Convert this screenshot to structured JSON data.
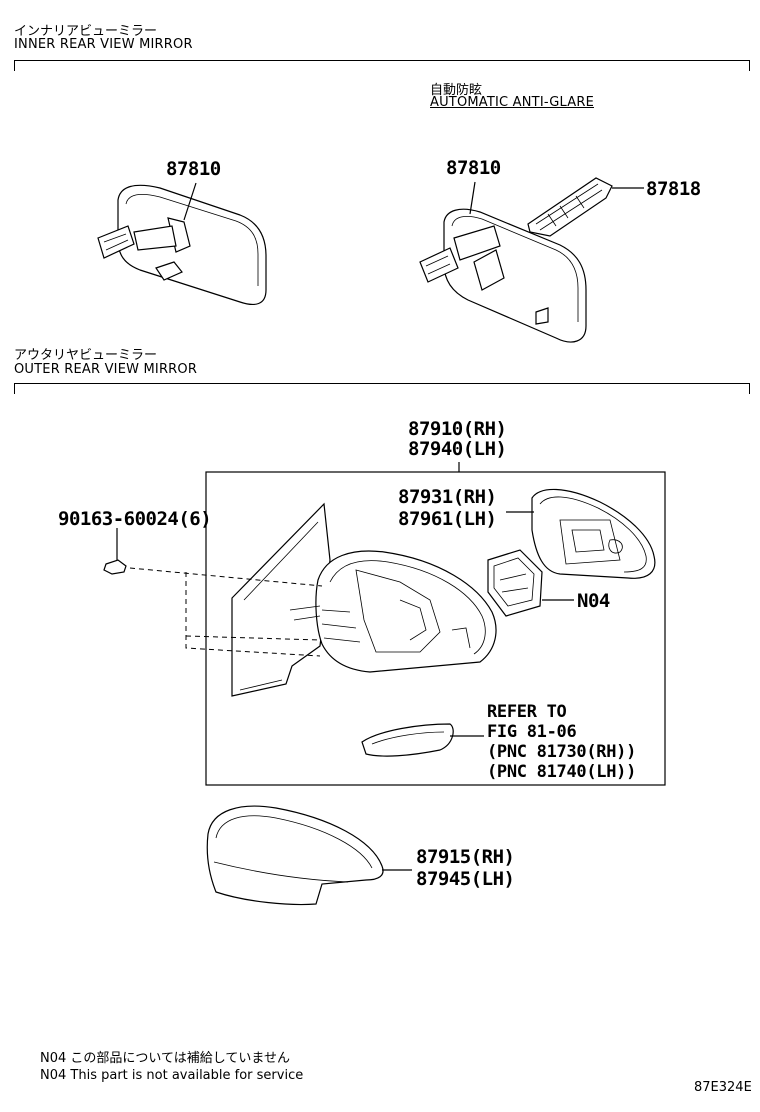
{
  "sections": {
    "inner": {
      "title_ja": "インナリアビューミラー",
      "title_en": "INNER REAR VIEW MIRROR"
    },
    "auto_glare": {
      "title_ja": "自動防眩",
      "title_en": "AUTOMATIC ANTI-GLARE"
    },
    "outer": {
      "title_ja": "アウタリヤビューミラー",
      "title_en": "OUTER REAR VIEW MIRROR"
    }
  },
  "parts": {
    "inner_mirror": "87810",
    "auto_mirror": "87810",
    "auto_cover": "87818",
    "outer_assy_rh": "87910(RH)",
    "outer_assy_lh": "87940(LH)",
    "glass_rh": "87931(RH)",
    "glass_lh": "87961(LH)",
    "screw": "90163-60024(6)",
    "motor": "N04",
    "cover_rh": "87915(RH)",
    "cover_lh": "87945(LH)"
  },
  "reference": {
    "line1": "REFER TO",
    "line2": "FIG 81-06",
    "line3": "(PNC 81730(RH))",
    "line4": "(PNC 81740(LH))"
  },
  "notes": {
    "ja": "N04 この部品については補給していません",
    "en": "N04 This part is not available for service"
  },
  "figure_code": "87E324E"
}
